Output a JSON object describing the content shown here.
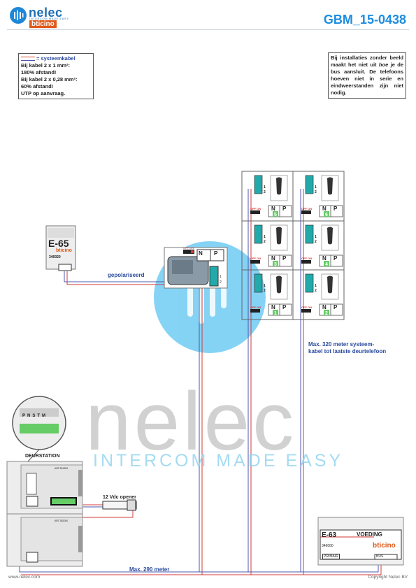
{
  "header": {
    "brand": "nelec",
    "brand_tagline": "INTERCOM MADE EASY",
    "brand_partner": "bticino",
    "doc_code": "GBM_15-0438"
  },
  "note_left": {
    "legend": "= systeemkabel",
    "lines": [
      "Bij kabel 2 x 1 mm²:",
      "180% afstand!",
      "Bij kabel 2 x 0,28 mm²:",
      "60% afstand!",
      "UTP op aanvraag."
    ]
  },
  "note_right": {
    "text_before": "Bij installaties zonder beeld maakt het niet uit",
    "text_italic": "hoe",
    "text_after": "je de bus aansluit. De telefoons hoeven niet in serie en eindweerstanden zijn niet nodig."
  },
  "labels": {
    "polarized": "gepolariseerd",
    "max_320": [
      "Max. 320 meter systeem-",
      "kabel tot laatste deurtelefoon"
    ],
    "door_station": "DEURSTATION",
    "opener": "12 Vdc opener",
    "max_290": "Max. 290 meter"
  },
  "e65": {
    "name": "E-65",
    "brand": "bticino",
    "code": "346020"
  },
  "e63": {
    "name": "E-63",
    "title": "VOEDING",
    "brand": "bticino",
    "code": "346000",
    "primair": "PRIMAIR",
    "bus": "BUS"
  },
  "handsets": [
    {
      "number": "5"
    },
    {
      "number": "6"
    },
    {
      "number": "3"
    },
    {
      "number": "4"
    },
    {
      "number": "1"
    },
    {
      "number": "2"
    }
  ],
  "switch_labels": {
    "n": "N",
    "p": "P",
    "off_on": "OFF ON"
  },
  "terminal_labels": [
    "1",
    "2"
  ],
  "door_terminals": [
    "P",
    "N",
    "S",
    "T",
    "M"
  ],
  "module_codes": {
    "top": "ART.351300",
    "bottom": "ART.352000"
  },
  "watermark": {
    "big": "nelec",
    "small": "INTERCOM MADE EASY"
  },
  "footer": {
    "left": "www.nelec.com",
    "right": "Copyright Nelec BV"
  },
  "colors": {
    "accent": "#1e8de0",
    "cable_red": "#d43a3a",
    "cable_blue": "#4a58b0",
    "bticino": "#e05a1a"
  }
}
